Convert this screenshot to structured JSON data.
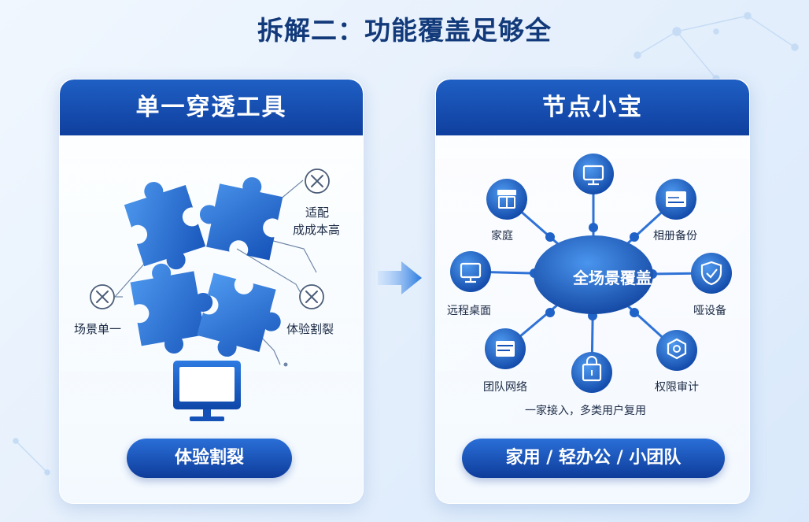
{
  "title": "拆解二：功能覆盖足够全",
  "left_card": {
    "header": "单一穿透工具",
    "labels": {
      "adapt_line1": "适配",
      "adapt_line2": "成成本高",
      "scene": "场景单一",
      "experience": "体验割裂"
    },
    "footer": "体验割裂"
  },
  "right_card": {
    "header": "节点小宝",
    "center": "全场景覆盖",
    "nodes": {
      "home": "家庭",
      "album": "相册备份",
      "remote": "远程桌面",
      "dumb": "哑设备",
      "team": "团队网络",
      "perm": "权限审计"
    },
    "caption": "一家接入，多类用户复用",
    "footer": "家用 / 轻办公 / 小团队"
  },
  "colors": {
    "primary": "#0f4aa8",
    "accent": "#2a7ae0",
    "title": "#123a7a"
  }
}
